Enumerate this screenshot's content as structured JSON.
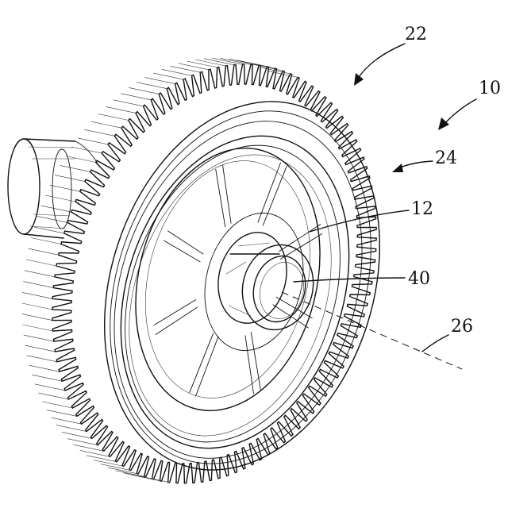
{
  "figure": {
    "reference_numerals": {
      "assembly": "10",
      "gear": "22",
      "teeth": "24",
      "web": "12",
      "bore": "40",
      "axis": "26"
    }
  },
  "colors": {
    "ink": "#111111",
    "paper": "#ffffff"
  }
}
